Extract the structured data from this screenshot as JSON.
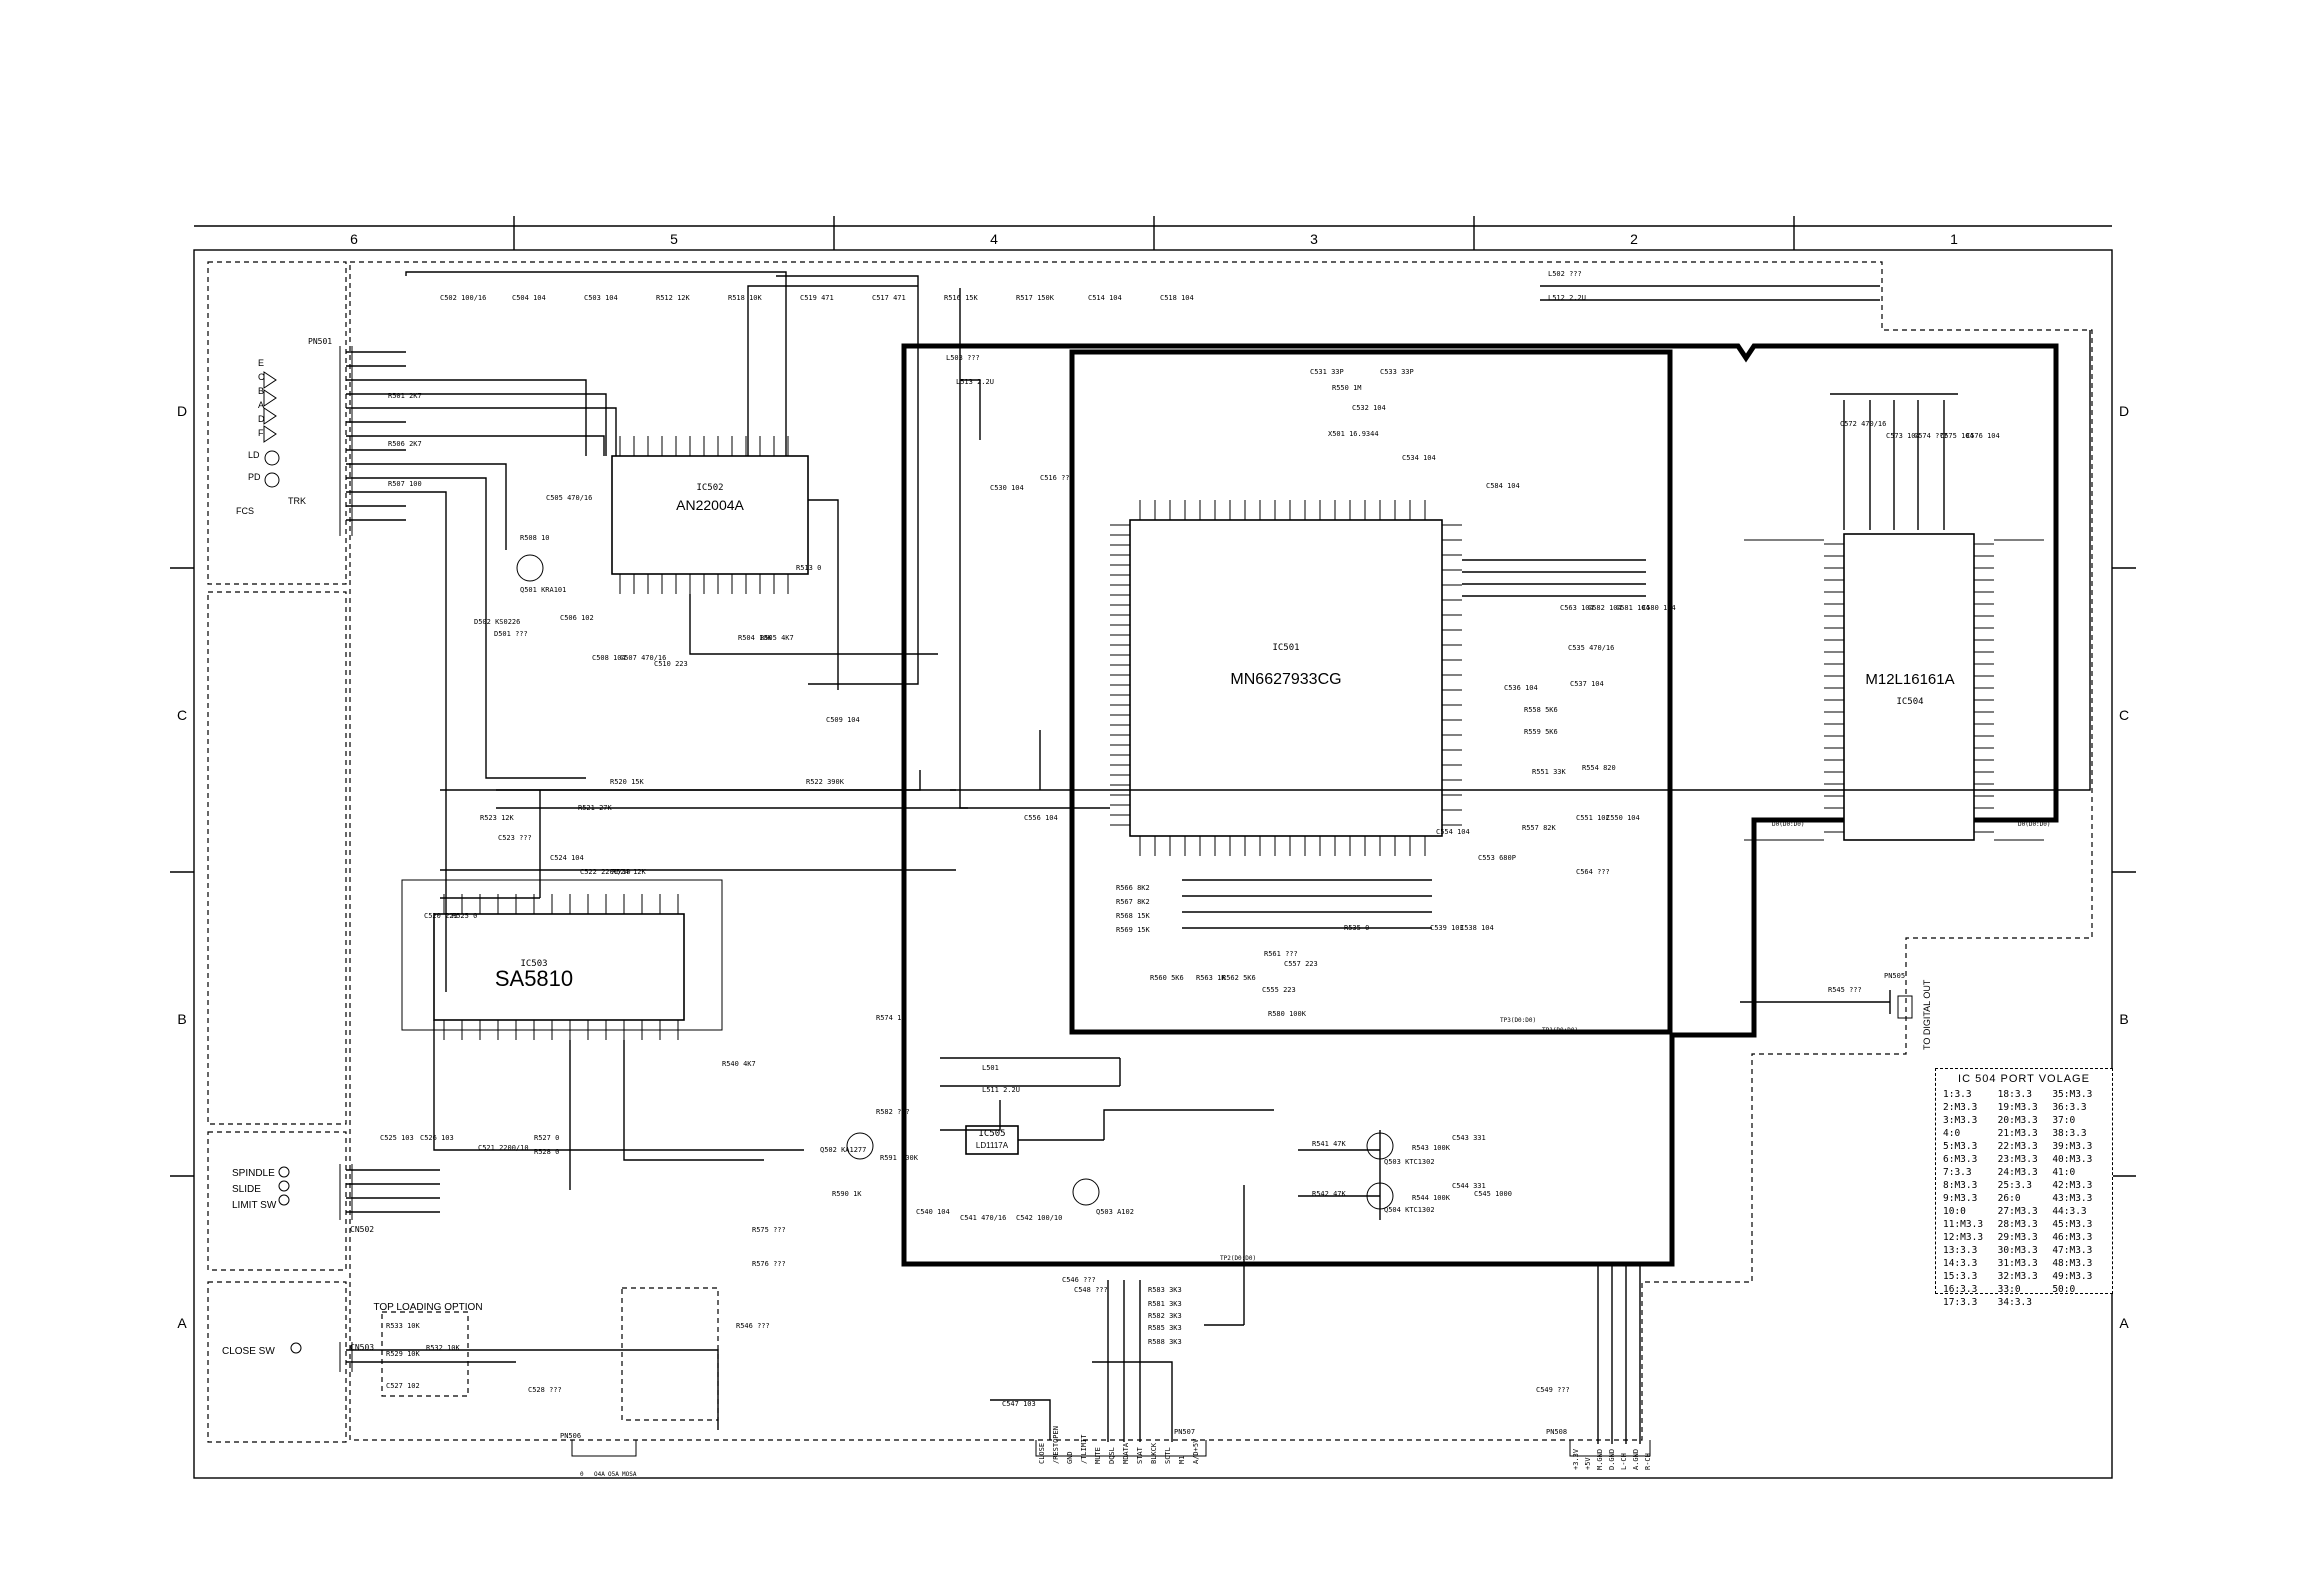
{
  "columns": [
    "6",
    "5",
    "4",
    "3",
    "2",
    "1"
  ],
  "rows": [
    "D",
    "C",
    "B",
    "A"
  ],
  "ics": {
    "ic501": {
      "ref": "IC501",
      "part": "MN6627933CG"
    },
    "ic502": {
      "ref": "IC502",
      "part": "AN22004A"
    },
    "ic503": {
      "ref": "IC503",
      "part": "SA5810"
    },
    "ic504": {
      "ref": "IC504",
      "part": "M12L16161A"
    },
    "ic505": {
      "ref": "IC505",
      "part": "LD1117A"
    }
  },
  "connectors": {
    "pn501": {
      "ref": "PN501",
      "pins": [
        "E",
        "C",
        "B",
        "A",
        "D",
        "F",
        "LD",
        "PD",
        "TRK",
        "FCS"
      ]
    },
    "cn502": {
      "ref": "CN502",
      "pins": [
        "SPINDLE",
        "SLIDE",
        "LIMIT SW"
      ]
    },
    "cn503": {
      "ref": "CN503",
      "pins": [
        "CLOSE SW"
      ]
    },
    "pn506": {
      "ref": "PN506",
      "pins": [
        "0",
        "O4A",
        "O5A",
        "MOSA"
      ]
    },
    "pn507": {
      "ref": "PN507",
      "pins": [
        "CLOSE",
        "/RESTOPEN",
        "GND",
        "/TLIMIT",
        "MUTE",
        "DQSL",
        "MDATA",
        "STAT",
        "BLKCK",
        "SCTL",
        "M1",
        "A/D+5V"
      ]
    },
    "pn508": {
      "ref": "PN508",
      "pins": [
        "+3.3V",
        "+5V",
        "M.GND",
        "D.GND",
        "L-CH",
        "A.GND",
        "R-CH"
      ]
    },
    "pn505": {
      "ref": "PN505",
      "label": "TO DIGITAL OUT"
    }
  },
  "notes": {
    "top_loading": "TOP LOADING OPTION",
    "buses": [
      "TP1(D0:D0)",
      "TP2(D0:D0)",
      "TP3(D0:D0)",
      "D0(D0:D0)",
      "D0(D0:D0)"
    ]
  },
  "parts": {
    "row1": [
      "C502 100/16",
      "C504 104",
      "C503 104",
      "R512 12K",
      "R518 10K",
      "C519 471",
      "C517 471",
      "R516 15K",
      "R517 150K",
      "C514 104",
      "C518 104"
    ],
    "row2": [
      "R501 2K7",
      "R506 2K7",
      "R507 100",
      "R508 10",
      "Q501 KRA101",
      "D502 KS0226",
      "D501 ???",
      "C505 470/16",
      "C506 102",
      "C508 104",
      "C507 470/16",
      "C510 223",
      "R504 10K",
      "R505 4K7",
      "R513 0",
      "C509 104"
    ],
    "row3": [
      "R520 15K",
      "R521 27K",
      "R522 390K",
      "R523 12K",
      "C523 ???",
      "C524 104",
      "C522 2200/10",
      "R524 12K",
      "C520 223",
      "R525 0"
    ],
    "row4": [
      "R540 4K7",
      "R527 0",
      "R528 0",
      "C521 2200/10",
      "C525 103",
      "C526 103",
      "R574 10",
      "R582 ???",
      "Q502 KA1277",
      "R590 1K",
      "R591 100K",
      "L501",
      "L511 2.2U"
    ],
    "row5": [
      "R575 ???",
      "R576 ???",
      "R546 ???",
      "R533 10K",
      "R529 10K",
      "R532 10K",
      "C527 102",
      "C528 ???",
      "C547 103",
      "C540 104",
      "C541 470/16",
      "C542 100/10"
    ],
    "row6": [
      "L503 ???",
      "L513 2.2U",
      "L502 ???",
      "L512 2.2U",
      "R550 1M",
      "X501 16.9344",
      "C531 33P",
      "C533 33P",
      "C532 104",
      "C534 104",
      "C530 104",
      "C516 ???",
      "C556 104",
      "C584 104"
    ],
    "row7": [
      "R566 8K2",
      "R567 8K2",
      "R568 15K",
      "R569 15K",
      "R560 5K6",
      "R563 1K",
      "R562 5K6",
      "R580 100K",
      "R561 ???",
      "C557 223",
      "C555 223",
      "C539 103",
      "C538 104",
      "R535 0"
    ],
    "row8": [
      "C535 470/16",
      "C537 104",
      "C536 104",
      "R558 5K6",
      "R559 5K6",
      "R557 82K",
      "R551 33K",
      "R554 820",
      "C550 104",
      "C551 102",
      "C553 680P",
      "C554 104",
      "C564 ???",
      "C563 104",
      "C582 104",
      "C581 104",
      "C580 104",
      "C572 470/16",
      "C573 104",
      "C574 ???",
      "C575 104",
      "C576 104",
      "R545 ???"
    ],
    "row9": [
      "Q503 KTC1302",
      "Q504 KTC1302",
      "R541 47K",
      "R542 47K",
      "R543 100K",
      "R544 100K",
      "C543 331",
      "C544 331",
      "C545 1000",
      "Q503 A102",
      "C546 ???"
    ],
    "row10": [
      "R583 3K3",
      "R581 3K3",
      "R582 3K3",
      "R585 3K3",
      "R588 3K3",
      "C548 ???",
      "C549 ???"
    ]
  },
  "ic504_voltage": {
    "title": "IC 504 PORT VOLAGE",
    "rows": [
      [
        "1:3.3",
        "18:3.3",
        "35:M3.3"
      ],
      [
        "2:M3.3",
        "19:M3.3",
        "36:3.3"
      ],
      [
        "3:M3.3",
        "20:M3.3",
        "37:0"
      ],
      [
        "4:0",
        "21:M3.3",
        "38:3.3"
      ],
      [
        "5:M3.3",
        "22:M3.3",
        "39:M3.3"
      ],
      [
        "6:M3.3",
        "23:M3.3",
        "40:M3.3"
      ],
      [
        "7:3.3",
        "24:M3.3",
        "41:0"
      ],
      [
        "8:M3.3",
        "25:3.3",
        "42:M3.3"
      ],
      [
        "9:M3.3",
        "26:0",
        "43:M3.3"
      ],
      [
        "10:0",
        "27:M3.3",
        "44:3.3"
      ],
      [
        "11:M3.3",
        "28:M3.3",
        "45:M3.3"
      ],
      [
        "12:M3.3",
        "29:M3.3",
        "46:M3.3"
      ],
      [
        "13:3.3",
        "30:M3.3",
        "47:M3.3"
      ],
      [
        "14:3.3",
        "31:M3.3",
        "48:M3.3"
      ],
      [
        "15:3.3",
        "32:M3.3",
        "49:M3.3"
      ],
      [
        "16:3.3",
        "33:0",
        "50:0"
      ],
      [
        "17:3.3",
        "34:3.3",
        ""
      ]
    ]
  }
}
